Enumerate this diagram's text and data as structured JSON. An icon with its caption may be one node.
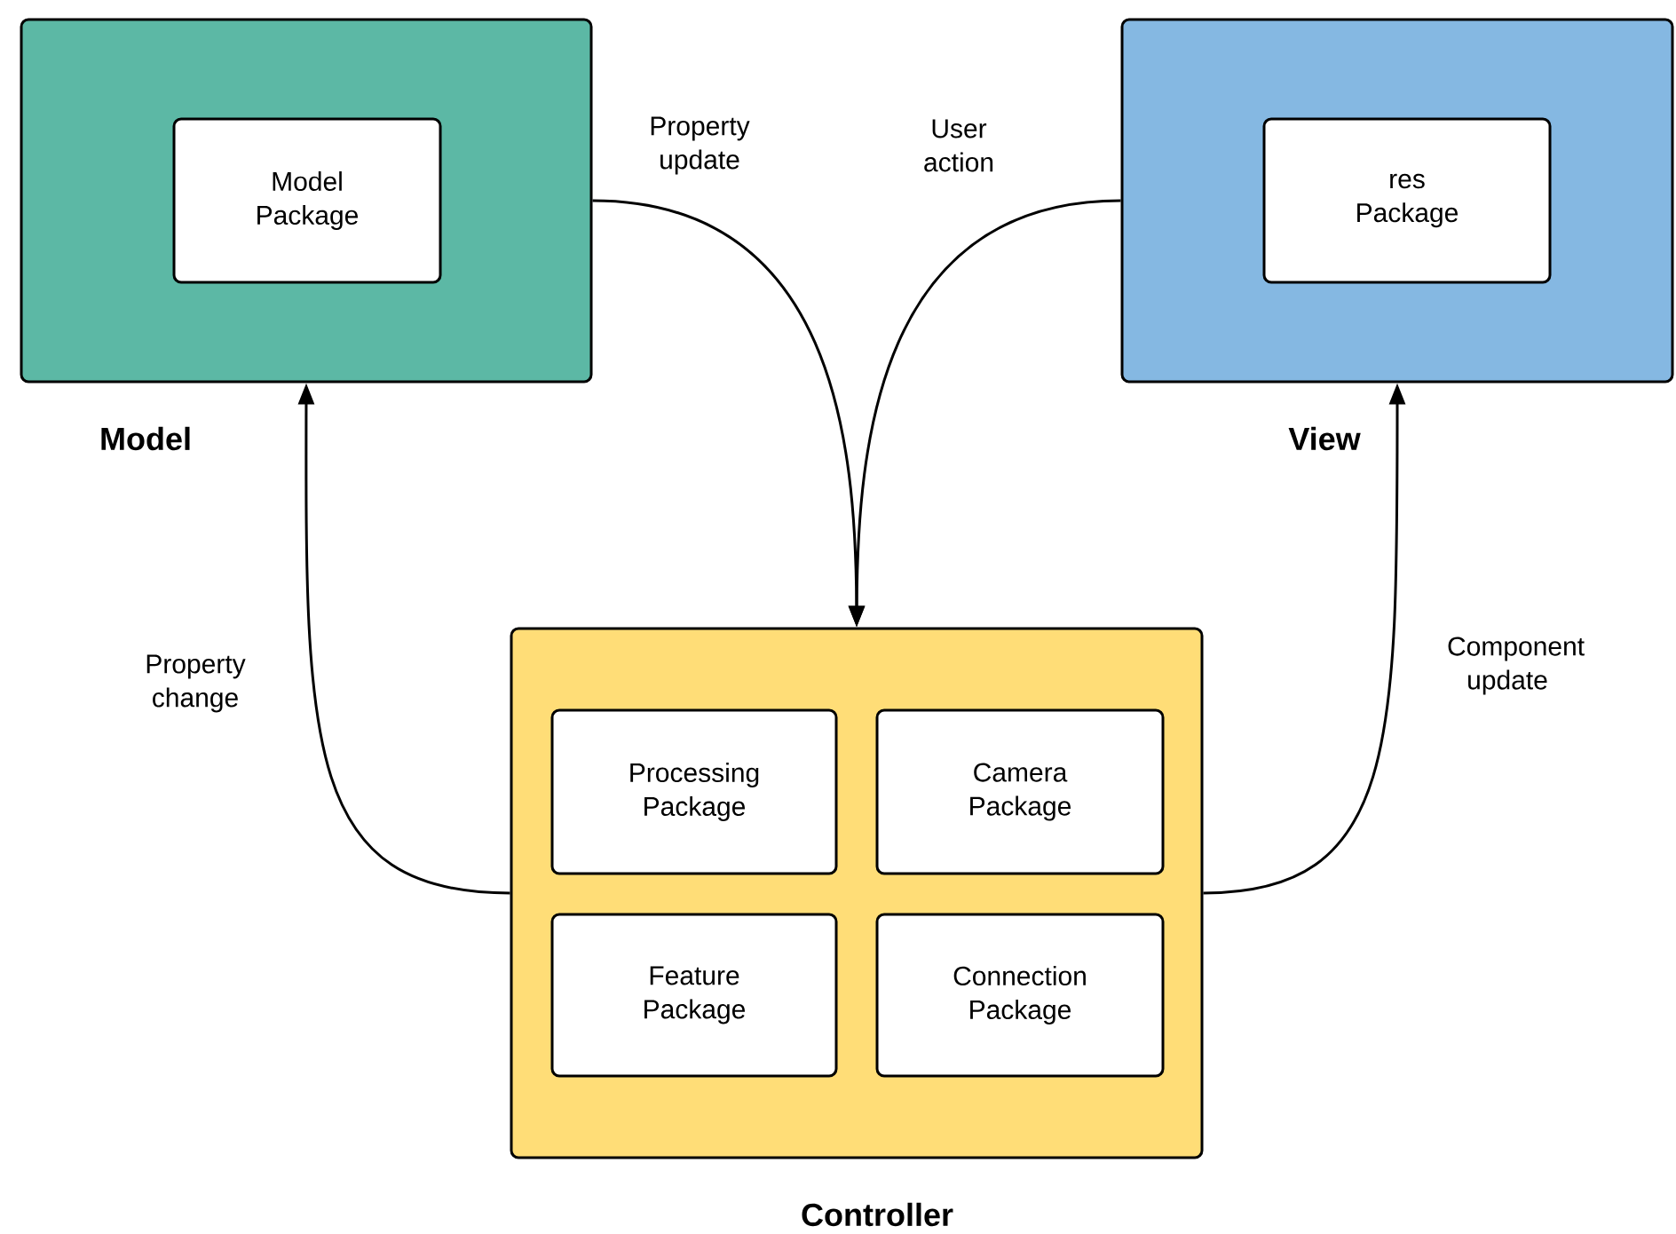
{
  "diagram": {
    "nodes": [
      {
        "text": [
          "Model"
        ]
      },
      {
        "text": [
          "Model Package"
        ],
        "in": 0
      },
      {
        "text": [
          "View"
        ]
      },
      {
        "text": [
          "res Package"
        ],
        "in": 2
      },
      {
        "text": [
          "Controller"
        ]
      },
      {
        "text": [
          "Processing Package"
        ],
        "in": 4
      },
      {
        "text": [
          "Camera Package"
        ],
        "in": 4
      },
      {
        "text": [
          "Feature Package"
        ],
        "in": 4
      },
      {
        "text": [
          "Connection Package"
        ],
        "in": 4
      }
    ],
    "edges": [
      {
        "from": 0,
        "to": 4,
        "arrow": "to",
        "label": "Property update"
      },
      {
        "from": 2,
        "to": 4,
        "arrow": "to",
        "label": "User action"
      },
      {
        "from": 4,
        "to": 0,
        "arrow": "to",
        "label": "Property change"
      },
      {
        "from": 4,
        "to": 2,
        "arrow": "to",
        "label": "Component update"
      }
    ]
  }
}
